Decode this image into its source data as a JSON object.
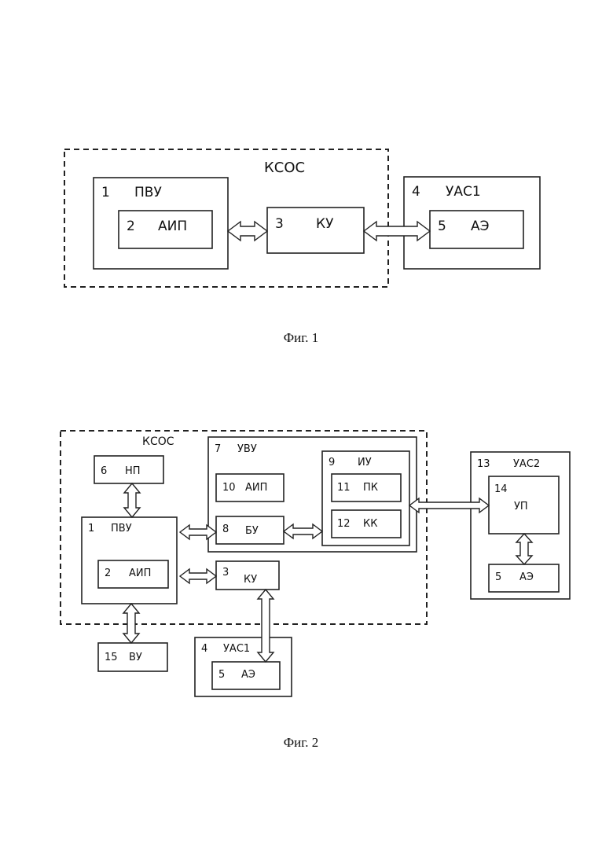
{
  "figure1": {
    "group_label": "КСОС",
    "blocks": {
      "pvu": {
        "num": "1",
        "name": "ПВУ"
      },
      "aip": {
        "num": "2",
        "name": "АИП"
      },
      "ku": {
        "num": "3",
        "name": "КУ"
      },
      "uas1": {
        "num": "4",
        "name": "УАС1"
      },
      "ae": {
        "num": "5",
        "name": "АЭ"
      }
    },
    "caption": "Фиг. 1"
  },
  "figure2": {
    "group_label": "КСОС",
    "blocks": {
      "np": {
        "num": "6",
        "name": "НП"
      },
      "uvu": {
        "num": "7",
        "name": "УВУ"
      },
      "aip10": {
        "num": "10",
        "name": "АИП"
      },
      "iu": {
        "num": "9",
        "name": "ИУ"
      },
      "pk": {
        "num": "11",
        "name": "ПК"
      },
      "kk": {
        "num": "12",
        "name": "КК"
      },
      "pvu": {
        "num": "1",
        "name": "ПВУ"
      },
      "bu": {
        "num": "8",
        "name": "БУ"
      },
      "aip2": {
        "num": "2",
        "name": "АИП"
      },
      "ku": {
        "num": "3",
        "name": "КУ"
      },
      "uas2": {
        "num": "13",
        "name": "УАС2"
      },
      "up": {
        "num": "14",
        "name": "УП"
      },
      "ae5r": {
        "num": "5",
        "name": "АЭ"
      },
      "vu": {
        "num": "15",
        "name": "ВУ"
      },
      "uas1": {
        "num": "4",
        "name": "УАС1"
      },
      "ae5": {
        "num": "5",
        "name": "АЭ"
      }
    },
    "caption": "Фиг. 2"
  }
}
